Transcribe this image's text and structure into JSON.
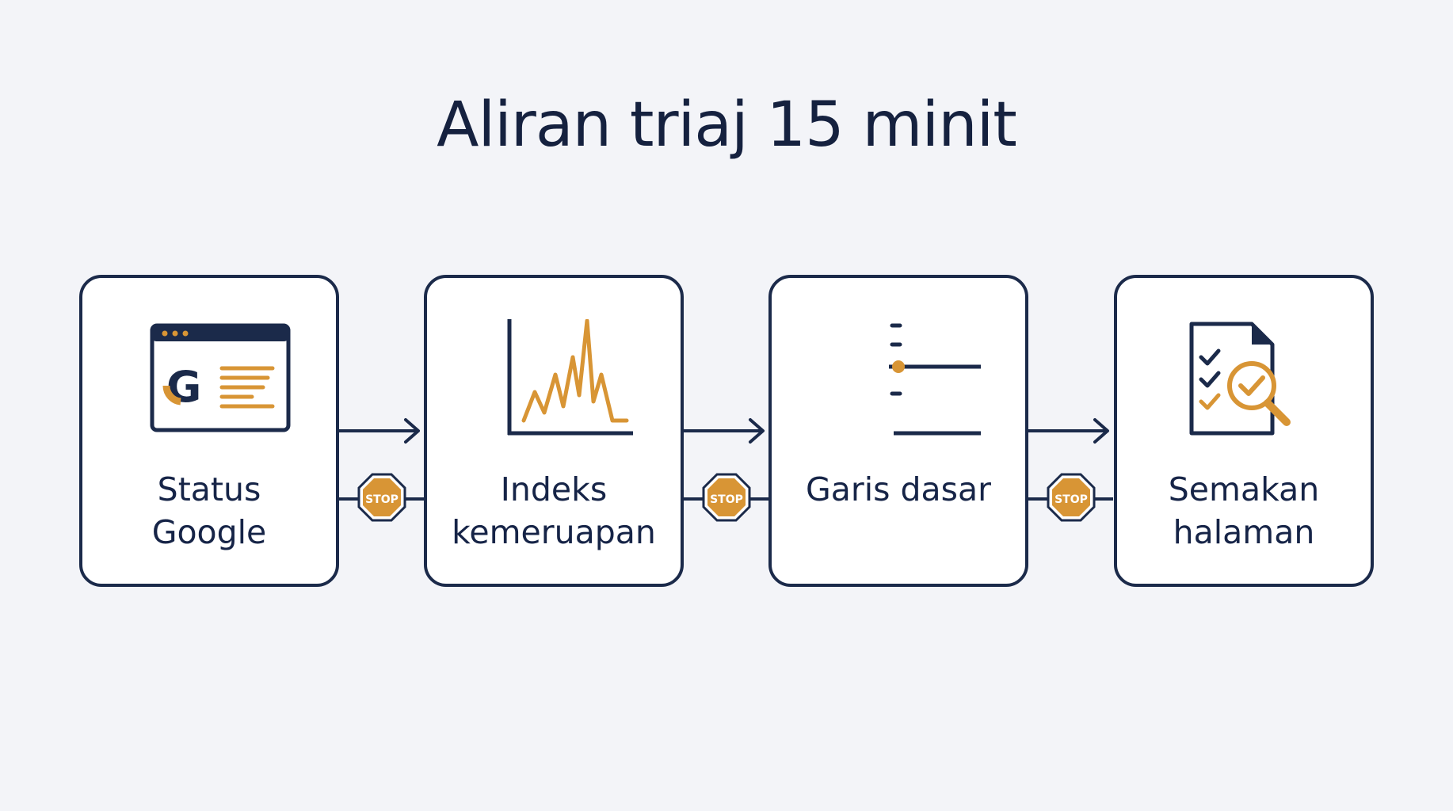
{
  "title": "Aliran triaj 15 minit",
  "colors": {
    "navy": "#1b2a4a",
    "accent": "#d89535",
    "background": "#f3f4f8",
    "card": "#ffffff"
  },
  "steps": [
    {
      "icon": "google-status-window-icon",
      "label_lines": [
        "Status",
        "Google"
      ]
    },
    {
      "icon": "volatility-chart-icon",
      "label_lines": [
        "Indeks",
        "kemeruapan"
      ]
    },
    {
      "icon": "baseline-line-icon",
      "label_lines": [
        "Garis dasar"
      ]
    },
    {
      "icon": "page-review-magnifier-icon",
      "label_lines": [
        "Semakan",
        "halaman"
      ]
    }
  ],
  "stop_badge": "STOP",
  "icon_text": {
    "google_letter": "G"
  }
}
